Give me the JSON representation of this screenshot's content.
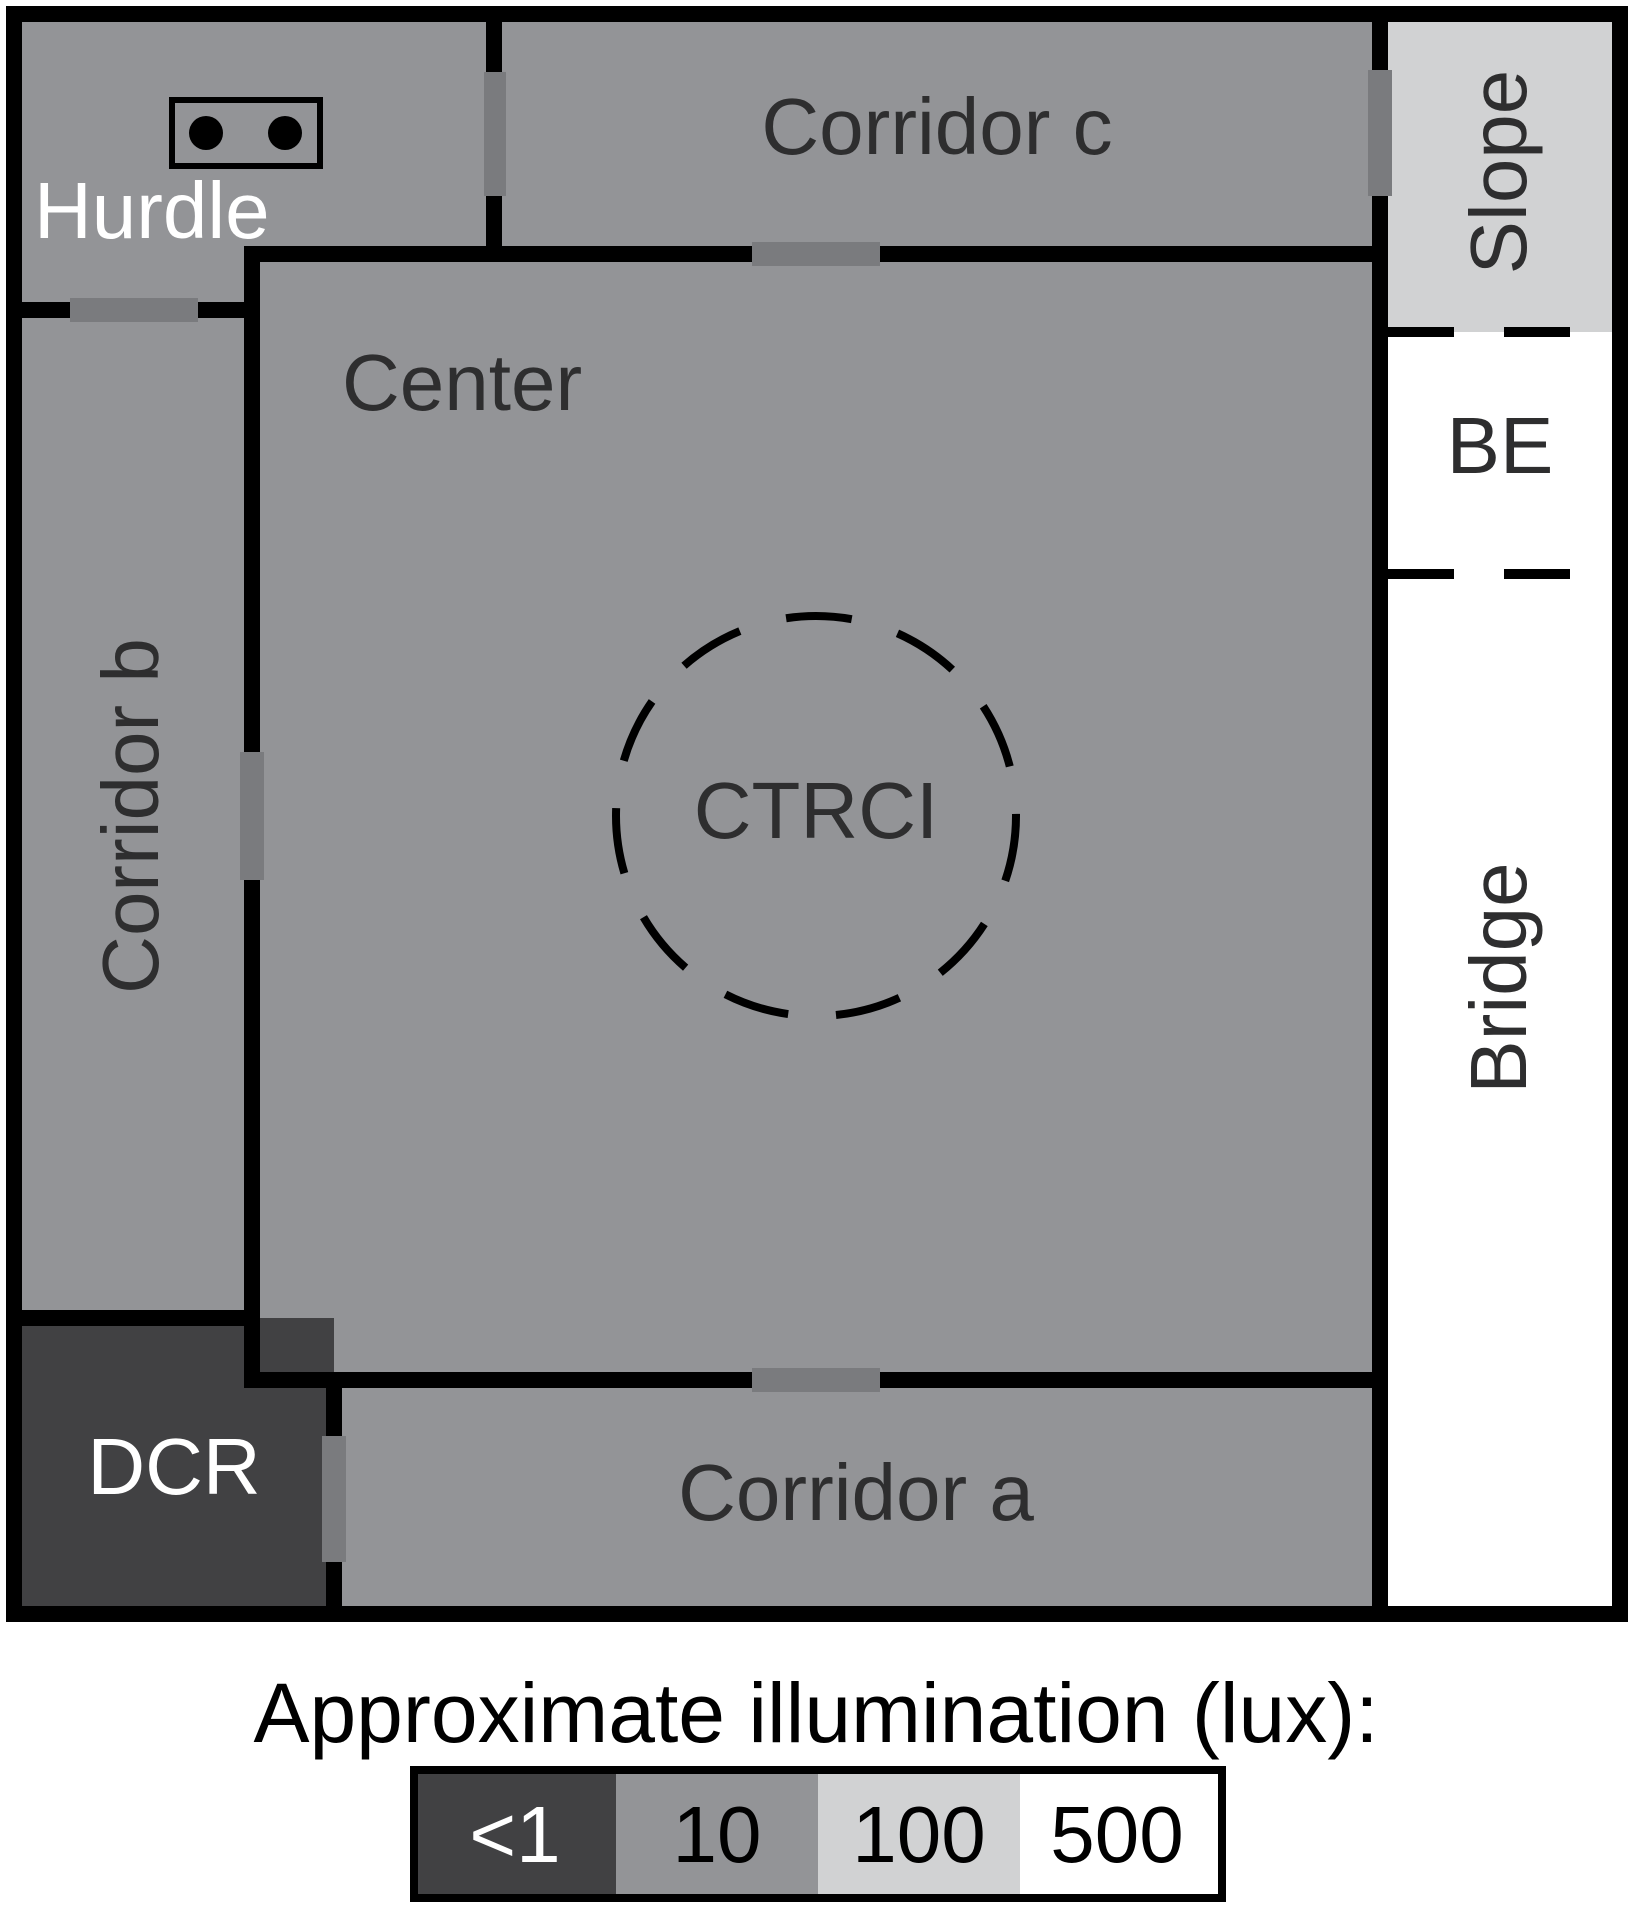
{
  "diagram": {
    "zones": {
      "hurdle": "Hurdle",
      "corridor_c": "Corridor c",
      "slope": "Slope",
      "center": "Center",
      "be": "BE",
      "corridor_b": "Corridor b",
      "ctrci": "CTRCI",
      "bridge": "Bridge",
      "dcr": "DCR",
      "corridor_a": "Corridor a"
    }
  },
  "legend": {
    "title": "Approximate illumination (lux):",
    "levels": [
      {
        "label": "<1",
        "color": "#414143"
      },
      {
        "label": "10",
        "color": "#939497"
      },
      {
        "label": "100",
        "color": "#d1d2d3"
      },
      {
        "label": "500",
        "color": "#ffffff"
      }
    ]
  },
  "colors": {
    "dark": "#414143",
    "mid": "#939497",
    "light": "#d1d2d3",
    "bright": "#ffffff",
    "wall": "#000000",
    "door": "#7a7b7e"
  }
}
